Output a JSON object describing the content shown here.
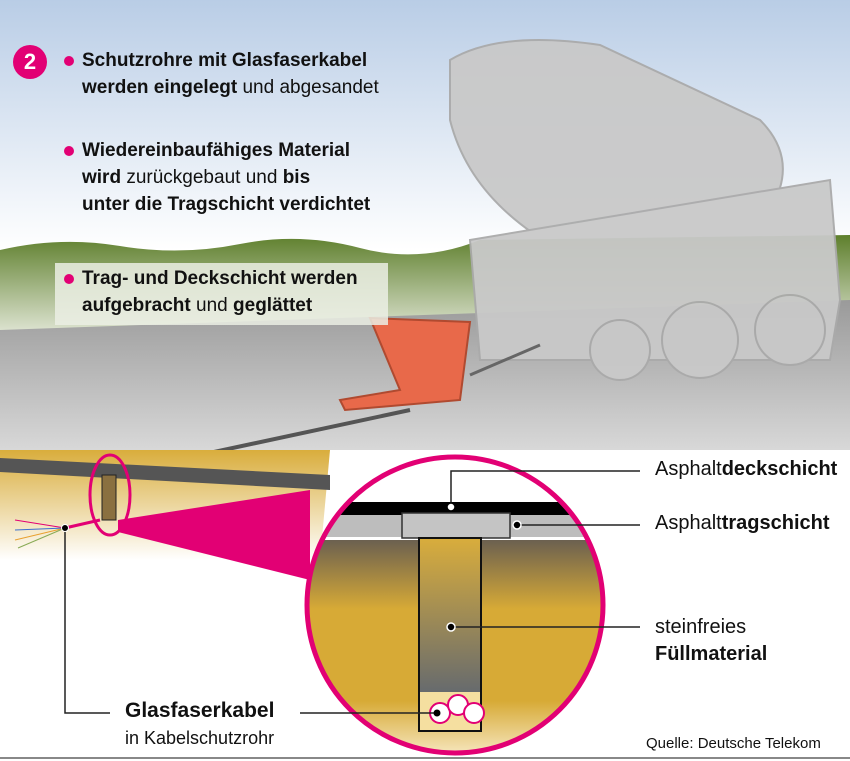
{
  "step_number": "2",
  "steps": [
    {
      "lines": [
        [
          {
            "b": "Schutzrohre mit Glasfaserkabel"
          }
        ],
        [
          {
            "b": "werden eingelegt"
          },
          {
            "n": " und abgesandet"
          }
        ]
      ]
    },
    {
      "lines": [
        [
          {
            "b": "Wiedereinbaufähiges Material"
          }
        ],
        [
          {
            "b": "wird"
          },
          {
            "n": " zurückgebaut und "
          },
          {
            "b": "bis"
          }
        ],
        [
          {
            "b": "unter die Tragschicht verdichtet"
          }
        ]
      ]
    },
    {
      "lines": [
        [
          {
            "b": "Trag- und Deckschicht werden"
          }
        ],
        [
          {
            "b": "aufgebracht"
          },
          {
            "n": " und "
          },
          {
            "b": "geglättet"
          }
        ]
      ]
    }
  ],
  "step_text": {
    "s1_l1": "Schutzrohre mit Glasfaserkabel",
    "s1_l2_b": "werden eingelegt",
    "s1_l2_n": " und abgesandet",
    "s2_l1": "Wiedereinbaufähiges Material",
    "s2_l2_b1": "wird",
    "s2_l2_n": " zurückgebaut und ",
    "s2_l2_b2": "bis",
    "s2_l3": "unter die Tragschicht verdichtet",
    "s3_l1": "Trag- und Deckschicht werden",
    "s3_l2_b1": "aufgebracht",
    "s3_l2_n": " und ",
    "s3_l2_b2": "geglättet"
  },
  "labels": {
    "deck_prefix": "Asphalt",
    "deck_bold": "deckschicht",
    "trag_prefix": "Asphalt",
    "trag_bold": "tragschicht",
    "fill_line1": "steinfreies",
    "fill_line2": "Füllmaterial",
    "cable_bold": "Glasfaserkabel",
    "cable_sub": "in Kabelschutzrohr"
  },
  "source": "Quelle: Deutsche Telekom",
  "colors": {
    "accent": "#e20074",
    "sand": "#d9ad3c",
    "road": "#b5b5b5",
    "machine": "#e8694a"
  }
}
